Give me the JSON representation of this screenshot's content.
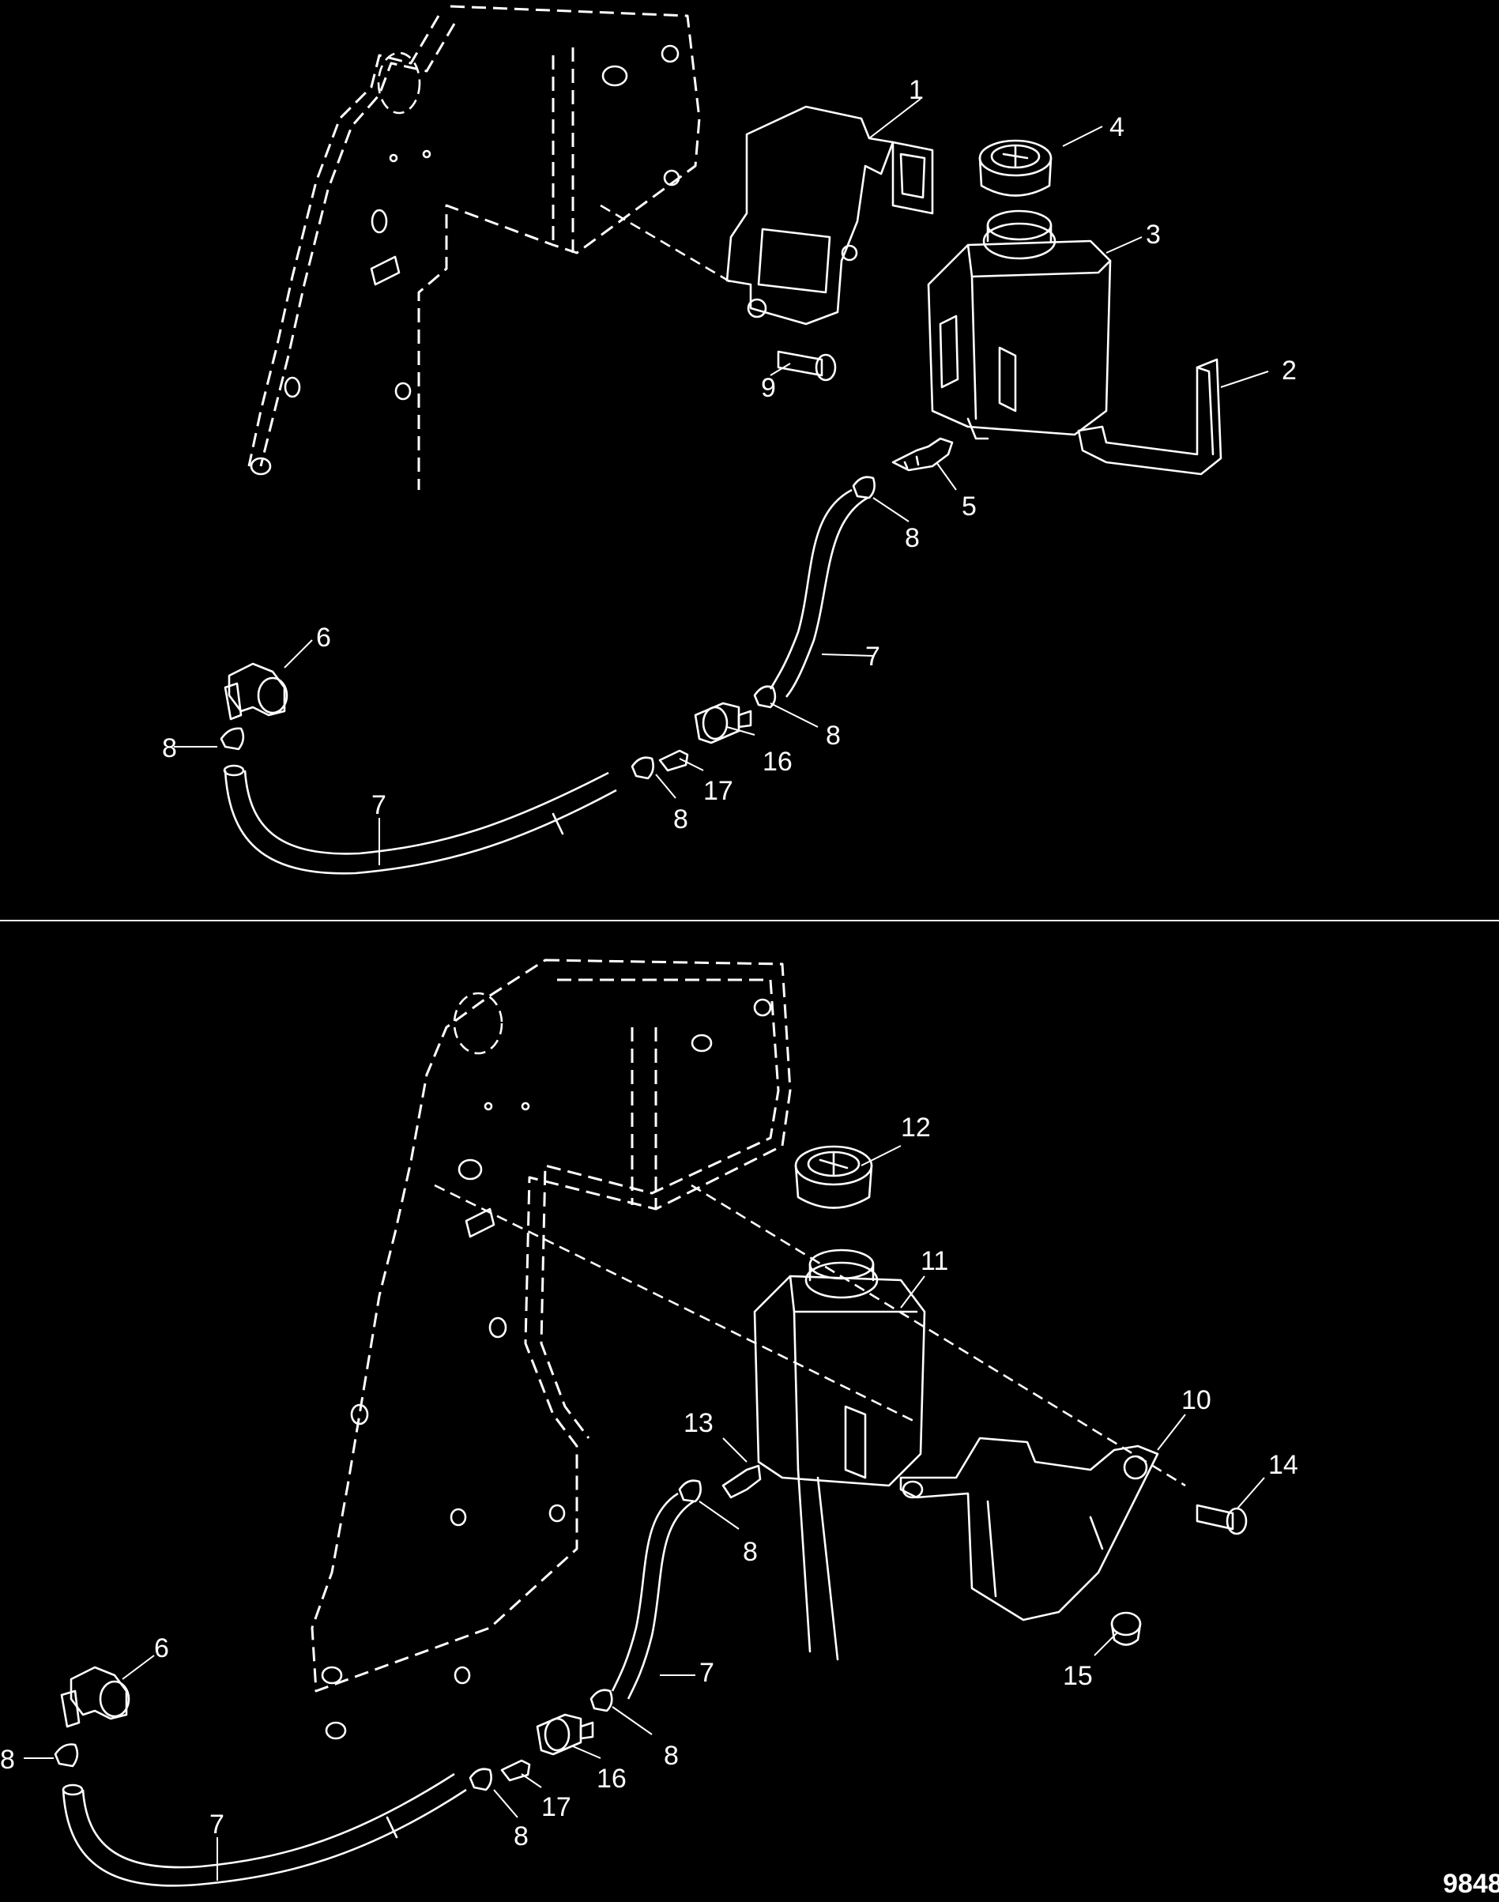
{
  "figure_id": "9848",
  "panels": [
    {
      "name": "upper",
      "callouts": [
        {
          "num": "1"
        },
        {
          "num": "2"
        },
        {
          "num": "3"
        },
        {
          "num": "4"
        },
        {
          "num": "5"
        },
        {
          "num": "6"
        },
        {
          "num": "7"
        },
        {
          "num": "7"
        },
        {
          "num": "8"
        },
        {
          "num": "8"
        },
        {
          "num": "8"
        },
        {
          "num": "8"
        },
        {
          "num": "9"
        },
        {
          "num": "16"
        },
        {
          "num": "17"
        }
      ]
    },
    {
      "name": "lower",
      "callouts": [
        {
          "num": "6"
        },
        {
          "num": "7"
        },
        {
          "num": "7"
        },
        {
          "num": "8"
        },
        {
          "num": "8"
        },
        {
          "num": "8"
        },
        {
          "num": "8"
        },
        {
          "num": "10"
        },
        {
          "num": "11"
        },
        {
          "num": "12"
        },
        {
          "num": "13"
        },
        {
          "num": "14"
        },
        {
          "num": "15"
        },
        {
          "num": "16"
        },
        {
          "num": "17"
        }
      ]
    }
  ],
  "colors": {
    "background": "#000000",
    "linework": "#ffffff"
  }
}
